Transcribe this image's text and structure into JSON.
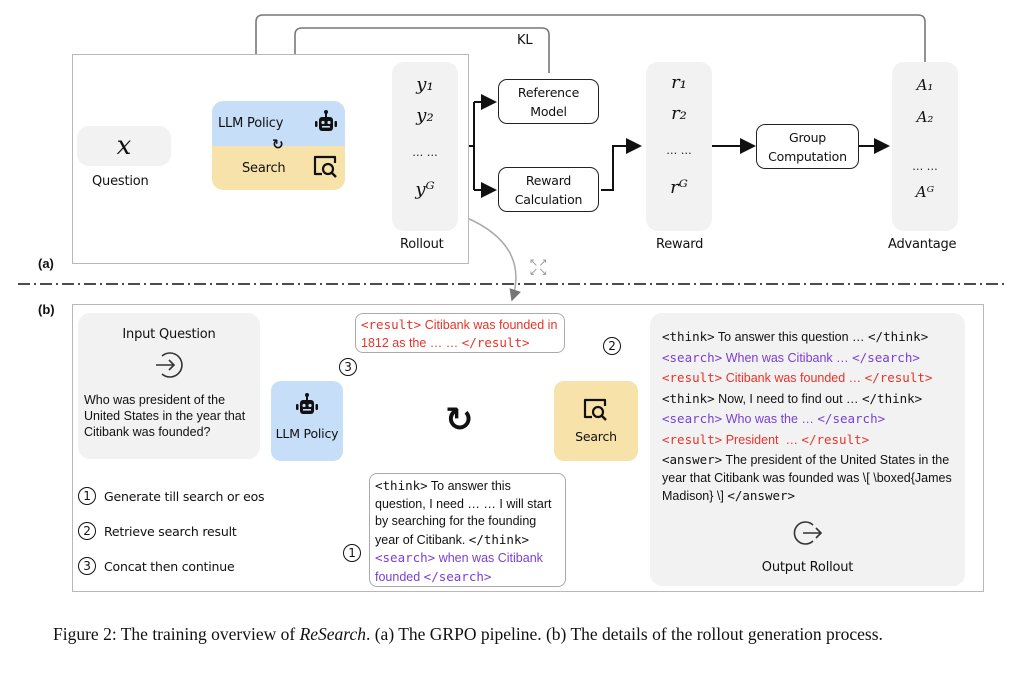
{
  "panel_a": {
    "label": "(a)",
    "question": {
      "symbol": "x",
      "label": "Question"
    },
    "policy_box": {
      "top_label": "LLM Policy",
      "bottom_label": "Search",
      "top_color": "#c6def7",
      "bottom_color": "#f7e3a9"
    },
    "rollout": {
      "items": [
        "y₁",
        "y₂",
        "… …",
        "yᴳ"
      ],
      "label": "Rollout"
    },
    "reference_model": "Reference\nModel",
    "reward_calculation": "Reward\nCalculation",
    "kl_label": "KL",
    "reward": {
      "items": [
        "r₁",
        "r₂",
        "… …",
        "rᴳ"
      ],
      "label": "Reward"
    },
    "group_computation": "Group\nComputation",
    "advantage": {
      "items": [
        "A₁",
        "A₂",
        "… …",
        "Aᴳ"
      ],
      "label": "Advantage"
    }
  },
  "panel_b": {
    "label": "(b)",
    "input_question": {
      "title": "Input Question",
      "text": "Who was president of the United States in the year that Citibank was founded?"
    },
    "llm_policy": "LLM Policy",
    "search": "Search",
    "result_box": {
      "tag_open": "<result>",
      "text": " Citibank was founded in 1812 as the … … ",
      "tag_close": "</result>"
    },
    "think_box": {
      "think_open": "<think>",
      "think_text": " To answer this question, I need … … I will start by searching for the founding year of Citibank. ",
      "think_close": "</think>",
      "search_open": "<search>",
      "search_text": " when was Citibank founded ",
      "search_close": "</search>"
    },
    "step_markers": {
      "one": "1",
      "two": "2",
      "three": "3"
    },
    "legend": [
      {
        "num": "1",
        "text": "Generate till search or eos"
      },
      {
        "num": "2",
        "text": "Retrieve search result"
      },
      {
        "num": "3",
        "text": "Concat then continue"
      }
    ],
    "output": {
      "lines": [
        {
          "open": "<think>",
          "text": " To answer this question … ",
          "close": "</think>",
          "color": "black"
        },
        {
          "open": "<search>",
          "text": " When was Citibank … ",
          "close": "</search>",
          "color": "purple"
        },
        {
          "open": "<result>",
          "text": " Citibank was founded … ",
          "close": "</result>",
          "color": "red"
        },
        {
          "open": "<think>",
          "text": " Now, I need to find out … ",
          "close": "</think>",
          "color": "black"
        },
        {
          "open": "<search>",
          "text": " Who was the … ",
          "close": "</search>",
          "color": "purple"
        },
        {
          "open": "<result>",
          "text": " President  … ",
          "close": "</result>",
          "color": "red"
        }
      ],
      "answer_open": "<answer>",
      "answer_text": " The president of the United States in the year that Citibank was founded was \\[ \\boxed{James Madison} \\] ",
      "answer_close": "</answer>",
      "label": "Output Rollout"
    }
  },
  "caption": {
    "prefix": "Figure 2: The training overview of ",
    "italic": "ReSearch",
    "suffix": ". (a) The GRPO pipeline. (b) The details of the rollout generation process."
  }
}
